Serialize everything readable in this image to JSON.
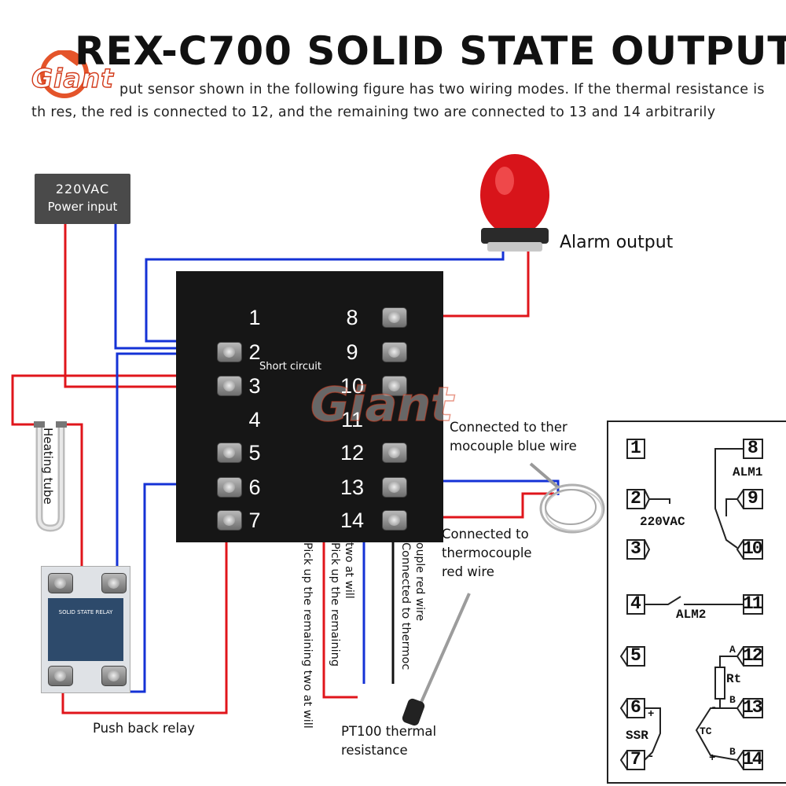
{
  "header": {
    "title": "REX-C700 SOLID STATE OUTPUT",
    "intro_line1": "put sensor shown in the following figure has two wiring modes. If the thermal resistance is",
    "intro_line2": "th     res, the red is connected to 12, and the remaining two are connected to 13 and 14 arbitrarily",
    "logo_text": "Giant"
  },
  "power": {
    "voltage": "220VAC",
    "label": "Power input"
  },
  "alarm": {
    "label": "Alarm output"
  },
  "controller": {
    "left_terminals": [
      "1",
      "2",
      "3",
      "4",
      "5",
      "6",
      "7"
    ],
    "right_terminals": [
      "8",
      "9",
      "10",
      "11",
      "12",
      "13",
      "14"
    ],
    "short_circuit_label": "Short circuit",
    "watermark": "Giant"
  },
  "labels": {
    "heating_tube": "Heating tube",
    "push_back_relay": "Push back relay",
    "pt100": "PT100 thermal\nresistance",
    "pt100_line1": "PT100 thermal",
    "pt100_line2": "resistance",
    "tc_blue_line1": "Connected to ther",
    "tc_blue_line2": "mocouple blue wire",
    "tc_red_line1": "Connected to",
    "tc_red_line2": "thermocouple",
    "tc_red_line3": "red wire",
    "vert_pick_remaining_1": "Pick up the remaining two at will",
    "vert_pick_remaining_2a": "Pick up the remaining",
    "vert_pick_remaining_2b": "two at will",
    "vert_connected_a": "Connected to thermoc",
    "vert_connected_b": "ouple red wire"
  },
  "relay": {
    "panel_text": "SOLID STATE RELAY"
  },
  "legend": {
    "terminals_left": [
      "1",
      "2",
      "3",
      "4",
      "5",
      "6",
      "7"
    ],
    "terminals_right": [
      "8",
      "9",
      "10",
      "11",
      "12",
      "13",
      "14"
    ],
    "alm1": "ALM1",
    "alm2": "ALM2",
    "vac": "220VAC",
    "ssr": "SSR",
    "rt": "Rt",
    "tc": "TC",
    "a": "A",
    "b1": "B",
    "b2": "B",
    "plus1": "+",
    "minus1": "-",
    "minus2": "-",
    "plus2": "+"
  },
  "colors": {
    "red_wire": "#e0151b",
    "blue_wire": "#1432d6",
    "controller_body": "#161616"
  }
}
